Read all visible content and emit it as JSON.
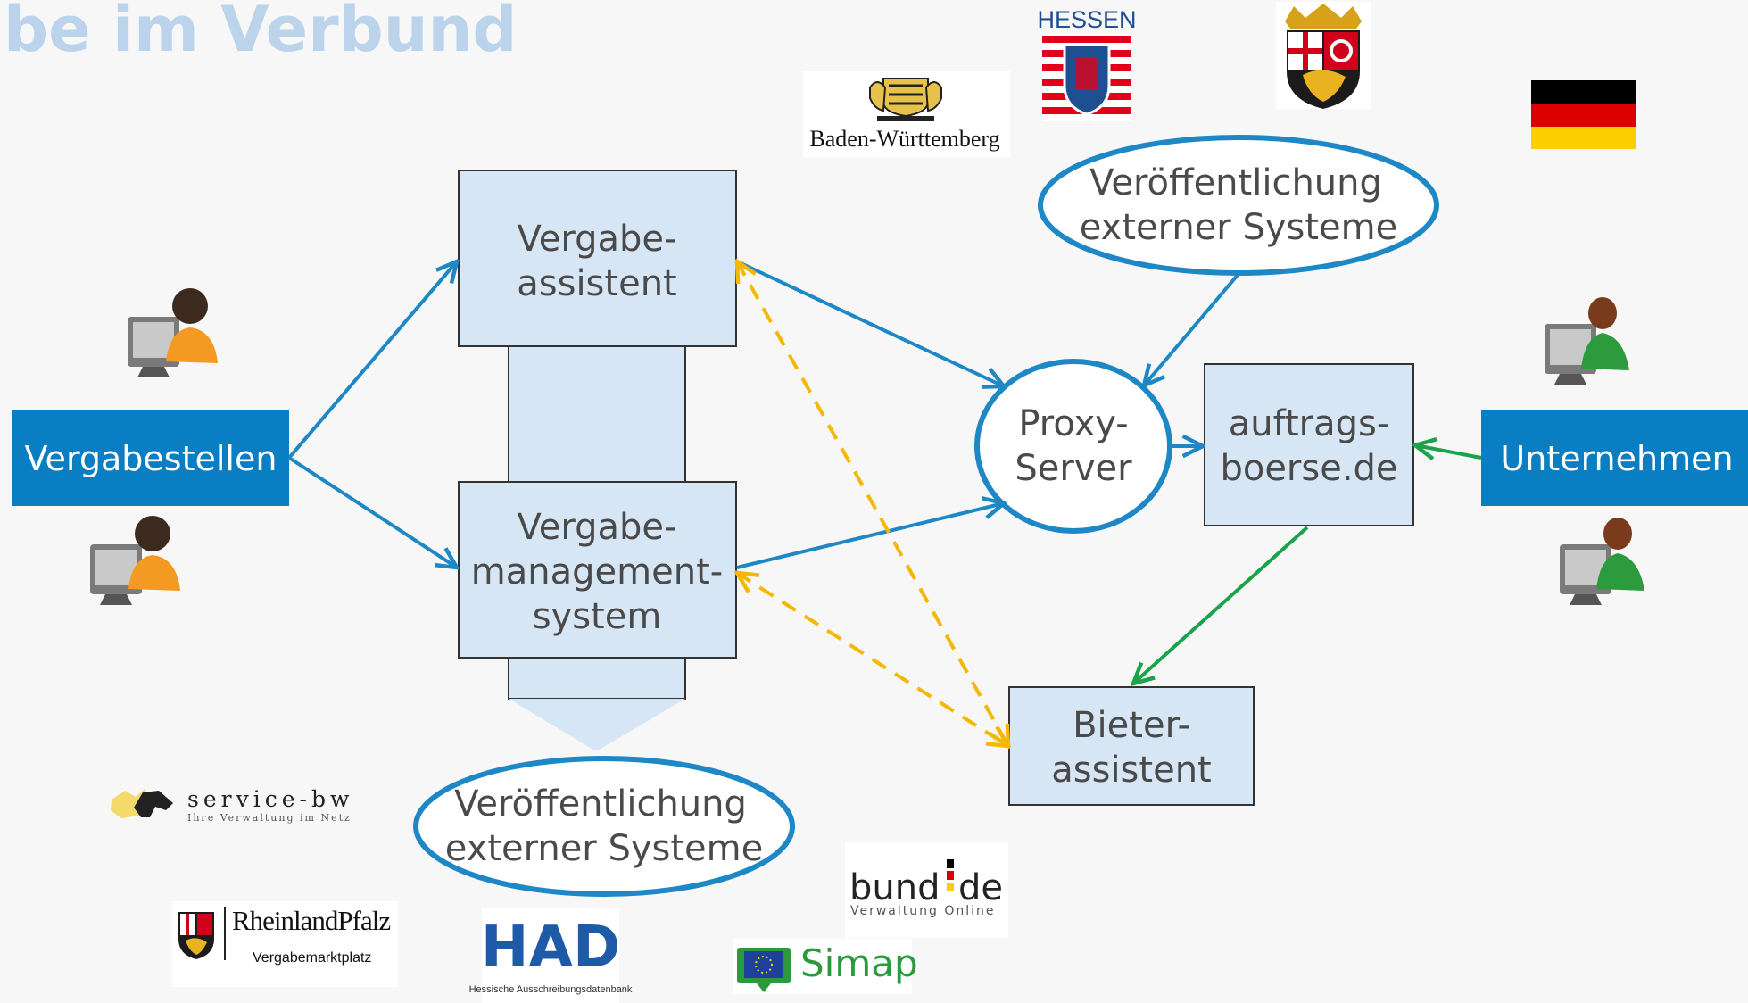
{
  "title": "be im Verbund",
  "actors": {
    "left": "Vergabestellen",
    "right": "Unternehmen"
  },
  "nodes": {
    "vergabeassistent": [
      "Vergabe-",
      "assistent"
    ],
    "vms": [
      "Vergabe-",
      "management-",
      "system"
    ],
    "proxy": [
      "Proxy-",
      "Server"
    ],
    "auftragsboerse": [
      "auftrags-",
      "boerse.de"
    ],
    "bieterassistent": [
      "Bieter-",
      "assistent"
    ],
    "ext_top": [
      "Veröffentlichung",
      "externer Systeme"
    ],
    "ext_bottom": [
      "Veröffentlichung",
      "externer Systeme"
    ]
  },
  "logos": {
    "hessen": "HESSEN",
    "bw": "Baden-Württemberg",
    "service_bw": "service-bw",
    "service_bw_sub": "Ihre Verwaltung im Netz",
    "rlp": "RheinlandPfalz",
    "rlp_sub": "Vergabemarktplatz",
    "had": "HAD",
    "had_sub": "Hessische Ausschreibungsdatenbank",
    "bund_a": "bund",
    "bund_b": "de",
    "bund_sub": "Verwaltung Online",
    "simap": "Simap"
  },
  "colors": {
    "box_fill": "#d7e6f4",
    "blue_arrow": "#1e88c6",
    "yellow_arrow": "#f5b800",
    "green_arrow": "#1aa34a",
    "actor_fill": "#0a7ec2",
    "title": "#bcd3ec"
  }
}
